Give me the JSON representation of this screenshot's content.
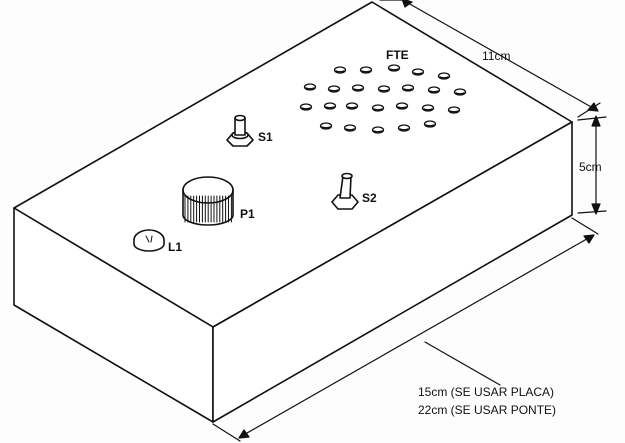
{
  "drawing": {
    "ink_color": "#111111",
    "paper_color": "#fdfdfd",
    "bleed_text_color": "#d9d9d9",
    "labels": {
      "speaker": "FTE",
      "switch1": "S1",
      "switch2": "S2",
      "knob": "P1",
      "lamp": "L1"
    },
    "dimensions": {
      "depth": "11cm",
      "height": "5cm",
      "length_line1": "15cm (SE USAR PLACA)",
      "length_line2": "22cm (SE USAR PONTE)"
    },
    "speaker_hole_count": 24
  }
}
